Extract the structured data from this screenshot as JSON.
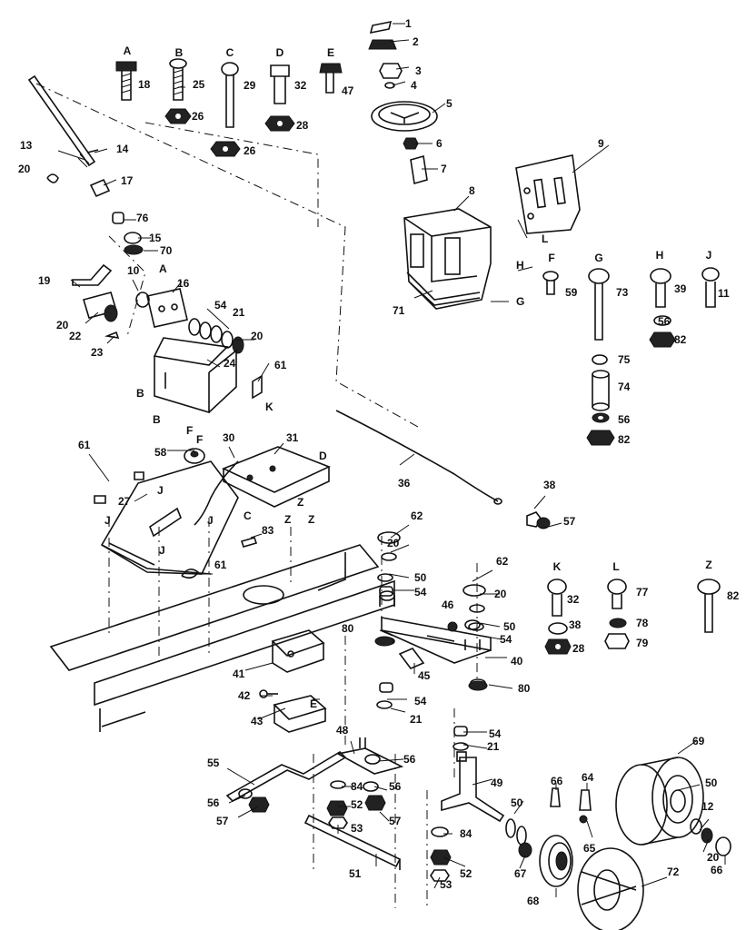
{
  "fastener_headers": [
    "A",
    "B",
    "C",
    "D",
    "E",
    "F",
    "G",
    "H",
    "J",
    "K",
    "L",
    "Z"
  ],
  "callouts": [
    "1",
    "2",
    "3",
    "4",
    "5",
    "6",
    "7",
    "8",
    "9",
    "10",
    "11",
    "12",
    "13",
    "14",
    "15",
    "16",
    "17",
    "18",
    "19",
    "20",
    "21",
    "22",
    "23",
    "24",
    "25",
    "26",
    "27",
    "28",
    "29",
    "30",
    "31",
    "32",
    "36",
    "38",
    "39",
    "40",
    "41",
    "42",
    "43",
    "45",
    "46",
    "47",
    "48",
    "49",
    "50",
    "51",
    "52",
    "53",
    "54",
    "55",
    "56",
    "57",
    "58",
    "59",
    "61",
    "62",
    "64",
    "65",
    "66",
    "67",
    "68",
    "69",
    "70",
    "71",
    "72",
    "73",
    "74",
    "75",
    "76",
    "77",
    "78",
    "79",
    "80",
    "82",
    "83",
    "84"
  ]
}
